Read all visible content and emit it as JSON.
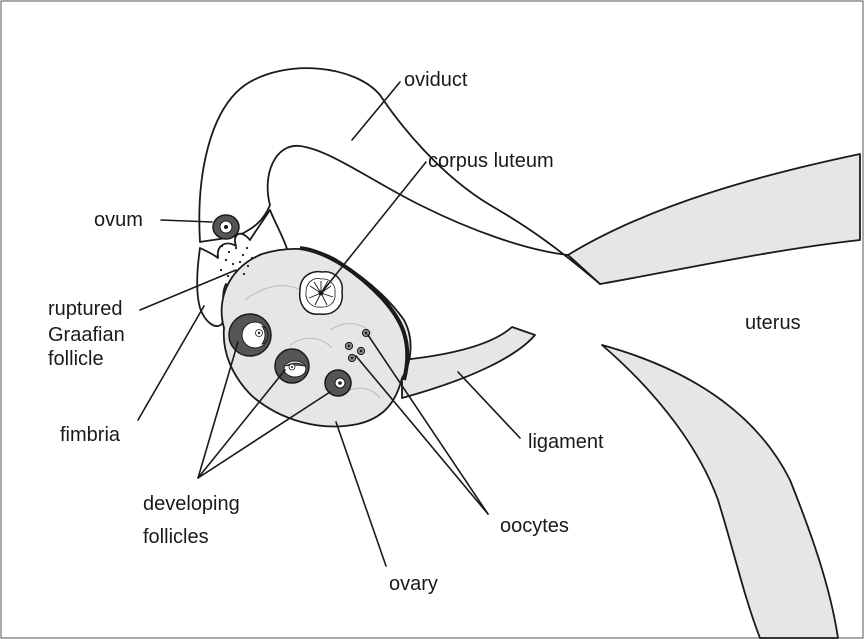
{
  "labels": {
    "oviduct": "oviduct",
    "corpus_luteum": "corpus luteum",
    "ovum": "ovum",
    "ruptured_1": "ruptured",
    "ruptured_2": "Graafian",
    "ruptured_3": "follicle",
    "uterus": "uterus",
    "fimbria": "fimbria",
    "ligament": "ligament",
    "developing_1": "developing",
    "developing_2": "follicles",
    "oocytes": "oocytes",
    "ovary": "ovary"
  },
  "colors": {
    "line": "#1a1a1a",
    "fill_light": "#e6e6e6",
    "fill_white": "#ffffff",
    "follicle_dark": "#555555"
  }
}
